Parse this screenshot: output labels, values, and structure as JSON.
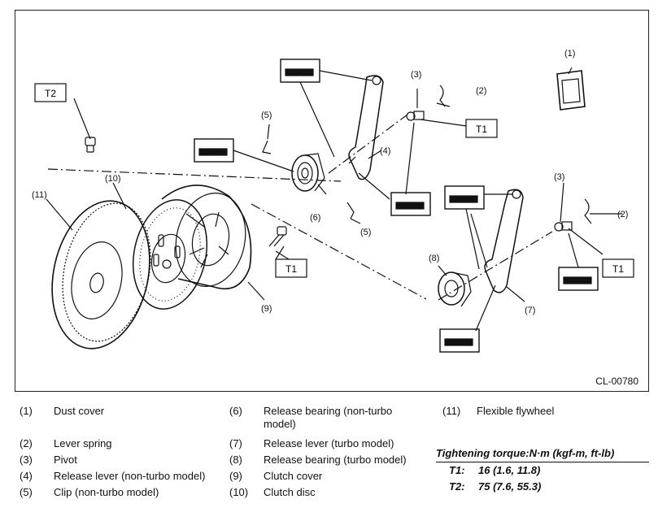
{
  "diagram": {
    "code": "CL-00780",
    "callouts": {
      "c1": "(1)",
      "c2a": "(2)",
      "c2b": "(2)",
      "c3a": "(3)",
      "c3b": "(3)",
      "c4": "(4)",
      "c5a": "(5)",
      "c5b": "(5)",
      "c6": "(6)",
      "c7": "(7)",
      "c8": "(8)",
      "c9": "(9)",
      "c10": "(10)",
      "c11": "(11)"
    },
    "boxes": {
      "t2": "T2",
      "t1a": "T1",
      "t1b": "T1",
      "t1c": "T1"
    }
  },
  "legend": [
    {
      "num": "(1)",
      "text": "Dust cover"
    },
    {
      "num": "(2)",
      "text": "Lever spring"
    },
    {
      "num": "(3)",
      "text": "Pivot"
    },
    {
      "num": "(4)",
      "text": "Release lever (non-turbo model)"
    },
    {
      "num": "(5)",
      "text": "Clip (non-turbo model)"
    },
    {
      "num": "(6)",
      "text": "Release bearing (non-turbo model)"
    },
    {
      "num": "(7)",
      "text": "Release lever (turbo model)"
    },
    {
      "num": "(8)",
      "text": "Release bearing (turbo model)"
    },
    {
      "num": "(9)",
      "text": "Clutch cover"
    },
    {
      "num": "(10)",
      "text": "Clutch disc"
    },
    {
      "num": "(11)",
      "text": "Flexible flywheel"
    }
  ],
  "torque": {
    "heading": "Tightening torque:N·m (kgf-m, ft-lb)",
    "rows": [
      {
        "key": "T1:",
        "value": "16 (1.6, 11.8)"
      },
      {
        "key": "T2:",
        "value": "75 (7.6, 55.3)"
      }
    ]
  }
}
